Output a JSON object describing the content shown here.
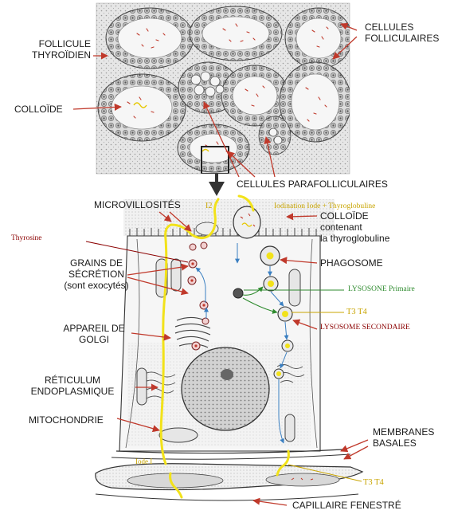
{
  "colors": {
    "arrow_red": "#c0392b",
    "iodine_yellow": "#f2e21a",
    "label_green": "#2e8b2e",
    "label_gold": "#c8a400",
    "label_darkred": "#8b0000",
    "pathway_blue": "#3a7fc1",
    "ink": "#333333",
    "tissue_bg": "#e3e3e3"
  },
  "top_panel": {
    "follicule_line1": "FOLLICULE",
    "follicule_line2": "THYROÏDIEN",
    "colloide": "COLLOÏDE",
    "cellules_line1": "CELLULES",
    "cellules_line2": "FOLLICULAIRES",
    "parafolliculaires": "CELLULES PARAFOLLICULAIRES"
  },
  "cell": {
    "microvillosites": "MICROVILLOSITÉS",
    "i2": "I2",
    "iodination": "Iodination Iode + Thyroglobuline",
    "colloide_title": "COLLOÏDE",
    "colloide_line2": "contenant",
    "colloide_line3": "la thyroglobuline",
    "thyrosine": "Thyrosine",
    "grains_line1": "GRAINS DE",
    "grains_line2": "SÉCRÉTION",
    "grains_line3": "(sont exocytés)",
    "phagosome": "PHAGOSOME",
    "lysosome_primaire": "LYSOSONE Primaire",
    "t3t4_upper": "T3 T4",
    "lysosome_secondaire": "LYSOSOME SECONDAIRE",
    "appareil_line1": "APPAREIL DE",
    "appareil_line2": "GOLGI",
    "reticulum_line1": "RÉTICULUM",
    "reticulum_line2": "ENDOPLASMIQUE",
    "mitochondrie": "MITOCHONDRIE",
    "membranes_line1": "MEMBRANES",
    "membranes_line2": "BASALES",
    "iode_i": "Iode I",
    "t3t4_lower": "T3 T4",
    "capillaire": "CAPILLAIRE FENESTRÉ"
  }
}
